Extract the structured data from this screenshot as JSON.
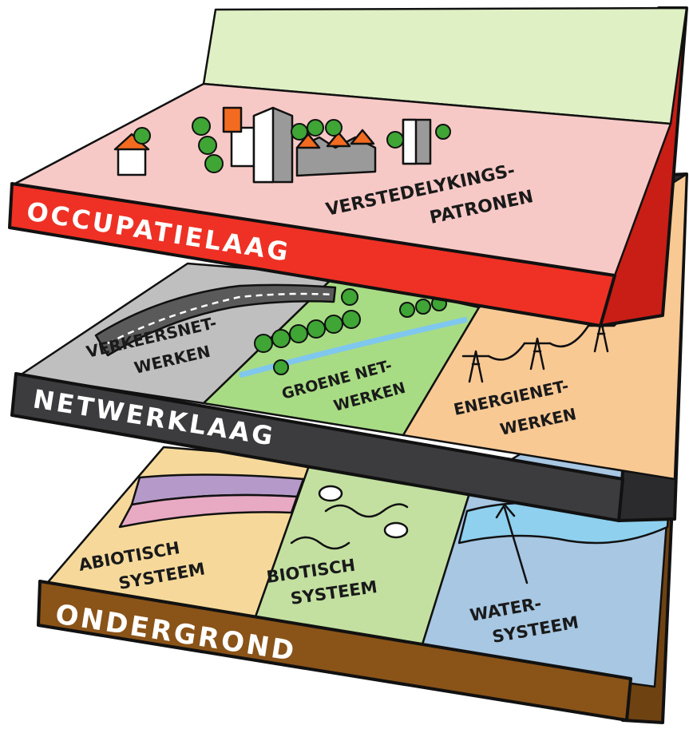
{
  "layers": {
    "top": {
      "band_label": "OCCUPATIELAAG",
      "zone_label_line1": "VERSTEDELYKINGS-",
      "zone_label_line2": "PATRONEN",
      "colors": {
        "surface": "#f7c9c6",
        "back": "#dff0c4",
        "band": "#ee3124",
        "side": "#c91e16"
      }
    },
    "middle": {
      "band_label": "NETWERKLAAG",
      "zones": [
        {
          "line1": "VERKEERSNET-",
          "line2": "WERKEN",
          "color": "#bfbfbf"
        },
        {
          "line1": "GROENE NET-",
          "line2": "WERKEN",
          "color": "#a8dc84"
        },
        {
          "line1": "ENERGIENET-",
          "line2": "WERKEN",
          "color": "#f9c994"
        }
      ],
      "colors": {
        "band": "#3c3c3e",
        "side": "#2b2b2d"
      }
    },
    "bottom": {
      "band_label": "ONDERGROND",
      "zones": [
        {
          "line1": "ABIOTISCH",
          "line2": "SYSTEEM",
          "color": "#f6d99a"
        },
        {
          "line1": "BIOTISCH",
          "line2": "SYSTEEM",
          "color": "#c3e0a0"
        },
        {
          "line1": "WATER-",
          "line2": "SYSTEEM",
          "color": "#a7c7e3"
        }
      ],
      "colors": {
        "band": "#8a5318",
        "side": "#6f4212"
      }
    }
  }
}
